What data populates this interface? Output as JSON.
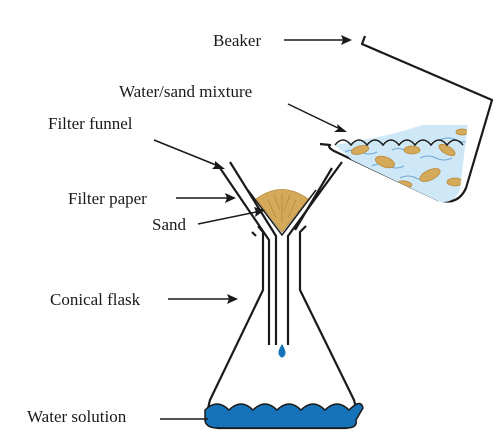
{
  "labels": {
    "beaker": "Beaker",
    "mixture": "Water/sand mixture",
    "funnel": "Filter funnel",
    "filter_paper": "Filter paper",
    "sand": "Sand",
    "flask": "Conical flask",
    "solution": "Water solution"
  },
  "colors": {
    "outline": "#1a1a1a",
    "water": "#1673b8",
    "water_light": "#cfe8f7",
    "sand": "#d4aa5a",
    "sand_dark": "#b8893a"
  }
}
